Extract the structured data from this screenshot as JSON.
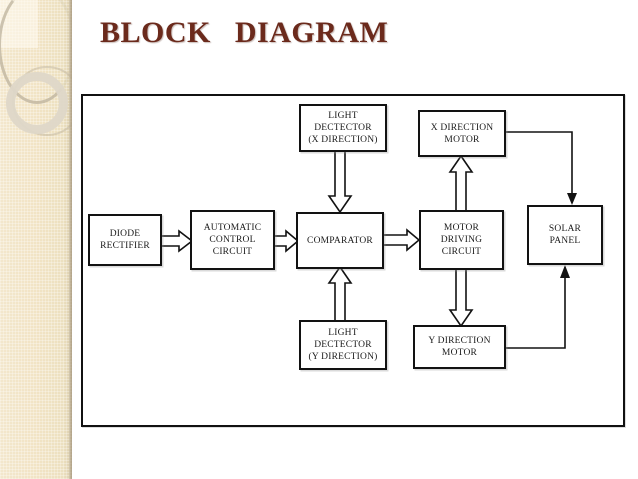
{
  "slide": {
    "title": "BLOCK   DIAGRAM",
    "title_color": "#6b2a1c",
    "background_color": "#ffffff",
    "sidebar_color": "#f1e3c4",
    "block_border_color": "#121212",
    "block_fill_color": "#ffffff"
  },
  "diagram": {
    "frame_label": "block-diagram-frame",
    "blocks": [
      {
        "id": "diode-rectifier",
        "label": "DIODE\nRECTIFIER"
      },
      {
        "id": "automatic-control",
        "label": "AUTOMATIC\nCONTROL\nCIRCUIT"
      },
      {
        "id": "comparator",
        "label": "COMPARATOR"
      },
      {
        "id": "motor-driving-circuit",
        "label": "MOTOR\nDRIVING\nCIRCUIT"
      },
      {
        "id": "solar-panel",
        "label": "SOLAR\nPANEL"
      },
      {
        "id": "light-detector-x",
        "label": "LIGHT\nDECTECTOR\n(X DIRECTION)"
      },
      {
        "id": "x-direction-motor",
        "label": "X DIRECTION\nMOTOR"
      },
      {
        "id": "light-detector-y",
        "label": "LIGHT\nDECTECTOR\n(Y DIRECTION)"
      },
      {
        "id": "y-direction-motor",
        "label": "Y DIRECTION\nMOTOR"
      }
    ],
    "connections": [
      {
        "from": "diode-rectifier",
        "to": "automatic-control",
        "style": "hollow-arrow",
        "direction": "right"
      },
      {
        "from": "automatic-control",
        "to": "comparator",
        "style": "hollow-arrow",
        "direction": "right"
      },
      {
        "from": "comparator",
        "to": "motor-driving-circuit",
        "style": "hollow-arrow",
        "direction": "right"
      },
      {
        "from": "light-detector-x",
        "to": "comparator",
        "style": "hollow-arrow",
        "direction": "down"
      },
      {
        "from": "light-detector-y",
        "to": "comparator",
        "style": "hollow-arrow",
        "direction": "up"
      },
      {
        "from": "motor-driving-circuit",
        "to": "x-direction-motor",
        "style": "hollow-arrow",
        "direction": "up"
      },
      {
        "from": "motor-driving-circuit",
        "to": "y-direction-motor",
        "style": "hollow-arrow",
        "direction": "down"
      },
      {
        "from": "x-direction-motor",
        "to": "solar-panel",
        "style": "thin-line",
        "direction": "right-down"
      },
      {
        "from": "y-direction-motor",
        "to": "solar-panel",
        "style": "thin-line",
        "direction": "right-up"
      }
    ]
  }
}
